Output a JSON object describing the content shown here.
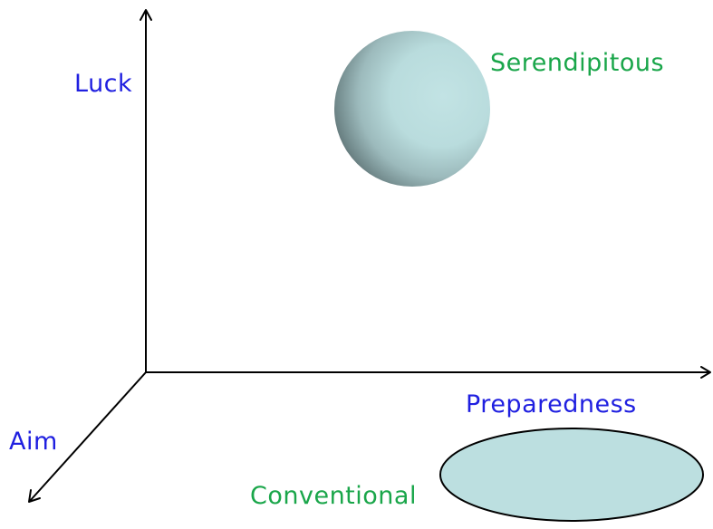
{
  "axes": {
    "luck": "Luck",
    "preparedness": "Preparedness",
    "aim": "Aim"
  },
  "regions": {
    "serendipitous": "Serendipitous",
    "conventional": "Conventional"
  },
  "colors": {
    "axis_label": "#1f1fe0",
    "region_label": "#1aa64a",
    "shape_fill": "#bcdfe0",
    "shape_shadow": "#5e7275",
    "line": "#000000"
  }
}
